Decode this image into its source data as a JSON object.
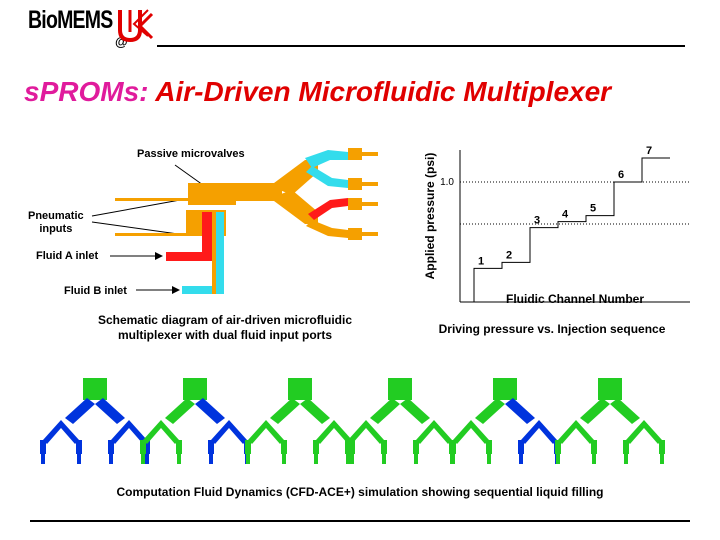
{
  "header": {
    "logo_text": "BioMEMS",
    "logo_at": "@"
  },
  "title": {
    "part1": "sPROMs:",
    "part2": "Air-Driven Microfluidic Multiplexer"
  },
  "schematic": {
    "label_valves": "Passive microvalves",
    "label_pneumatic_1": "Pneumatic",
    "label_pneumatic_2": "inputs",
    "label_fluid_a": "Fluid A inlet",
    "label_fluid_b": "Fluid B inlet",
    "caption_line1": "Schematic diagram of air-driven microfluidic",
    "caption_line2": "multiplexer with dual fluid input ports",
    "colors": {
      "chip": "#f5a000",
      "fluid_a": "#ff1a1a",
      "fluid_b": "#33dcec"
    }
  },
  "chart_data": {
    "type": "line",
    "title": "Driving pressure vs. Injection sequence",
    "xlabel": "Fluidic Channel Number",
    "ylabel": "Applied pressure (psi)",
    "ytick_label": "1.0",
    "steps": [
      {
        "label": "1",
        "level": 0.28
      },
      {
        "label": "2",
        "level": 0.33
      },
      {
        "label": "3",
        "level": 0.62
      },
      {
        "label": "4",
        "level": 0.67
      },
      {
        "label": "5",
        "level": 0.72
      },
      {
        "label": "6",
        "level": 1.0
      },
      {
        "label": "7",
        "level": 1.2
      }
    ],
    "reference_lines": [
      1.0,
      0.65
    ]
  },
  "simulation": {
    "caption": "Computation Fluid Dynamics (CFD-ACE+) simulation showing sequential liquid filling",
    "colors": {
      "liquid": "#22cc22",
      "air": "#0033dd",
      "bright": "#44ff22"
    },
    "frames": [
      {
        "root": "liquid",
        "left": "air",
        "right": "air"
      },
      {
        "root": "liquid",
        "left": "liquid",
        "right": "air"
      },
      {
        "root": "liquid",
        "left": "liquid",
        "right": "liquid"
      },
      {
        "root": "liquid",
        "left": "liquid",
        "right": "liquid"
      },
      {
        "root": "liquid",
        "left": "liquid",
        "right": "air"
      },
      {
        "root": "liquid",
        "left": "liquid",
        "right": "liquid"
      }
    ]
  }
}
